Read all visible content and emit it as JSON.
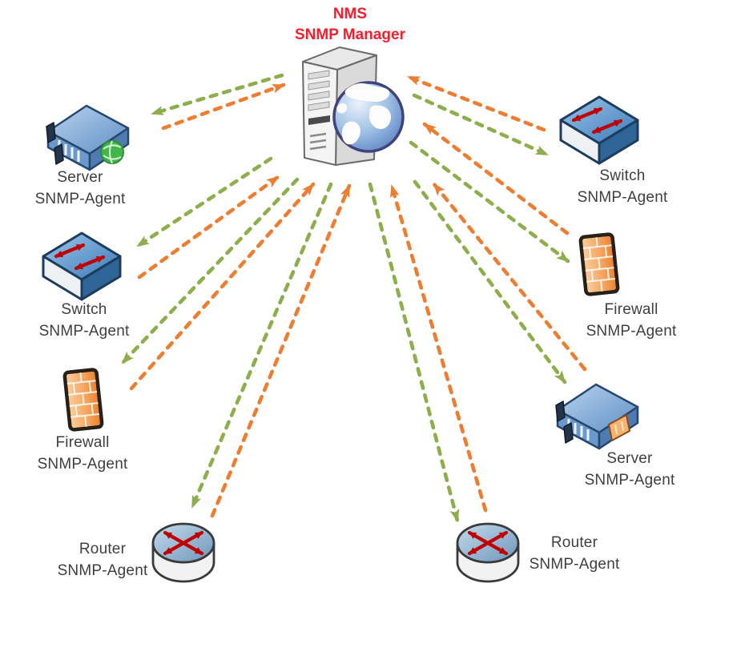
{
  "title": {
    "line1": "NMS",
    "line2": "SNMP Manager"
  },
  "colors": {
    "title": "#fb1b2b",
    "label": "#3f3f3f",
    "manager_to_agent_arrow": "#8cae4b",
    "agent_to_manager_arrow": "#ed7d31",
    "device_arrow_red": "#c00000"
  },
  "manager": {
    "icon": "tower-server-globe-icon"
  },
  "agents": [
    {
      "id": "server-left",
      "line1": "Server",
      "line2": "SNMP-Agent",
      "icon": "rack-server-icon"
    },
    {
      "id": "switch-left",
      "line1": "Switch",
      "line2": "SNMP-Agent",
      "icon": "switch-icon"
    },
    {
      "id": "firewall-left",
      "line1": "Firewall",
      "line2": "SNMP-Agent",
      "icon": "firewall-icon"
    },
    {
      "id": "router-left",
      "line1": "Router",
      "line2": "SNMP-Agent",
      "icon": "router-icon"
    },
    {
      "id": "switch-right",
      "line1": "Switch",
      "line2": "SNMP-Agent",
      "icon": "switch-icon"
    },
    {
      "id": "firewall-right",
      "line1": "Firewall",
      "line2": "SNMP-Agent",
      "icon": "firewall-icon"
    },
    {
      "id": "server-right",
      "line1": "Server",
      "line2": "SNMP-Agent",
      "icon": "rack-server-icon"
    },
    {
      "id": "router-right",
      "line1": "Router",
      "line2": "SNMP-Agent",
      "icon": "router-icon"
    }
  ],
  "connections": [
    {
      "a": "nms-manager",
      "b": "server-left",
      "manager_to_agent": "green-dashed-arrow",
      "agent_to_manager": "orange-dashed-arrow"
    },
    {
      "a": "nms-manager",
      "b": "switch-left",
      "manager_to_agent": "green-dashed-arrow",
      "agent_to_manager": "orange-dashed-arrow"
    },
    {
      "a": "nms-manager",
      "b": "firewall-left",
      "manager_to_agent": "green-dashed-arrow",
      "agent_to_manager": "orange-dashed-arrow"
    },
    {
      "a": "nms-manager",
      "b": "router-left",
      "manager_to_agent": "green-dashed-arrow",
      "agent_to_manager": "orange-dashed-arrow"
    },
    {
      "a": "nms-manager",
      "b": "switch-right",
      "manager_to_agent": "green-dashed-arrow",
      "agent_to_manager": "orange-dashed-arrow"
    },
    {
      "a": "nms-manager",
      "b": "firewall-right",
      "manager_to_agent": "green-dashed-arrow",
      "agent_to_manager": "orange-dashed-arrow"
    },
    {
      "a": "nms-manager",
      "b": "server-right",
      "manager_to_agent": "green-dashed-arrow",
      "agent_to_manager": "orange-dashed-arrow"
    },
    {
      "a": "nms-manager",
      "b": "router-right",
      "manager_to_agent": "green-dashed-arrow",
      "agent_to_manager": "orange-dashed-arrow"
    }
  ]
}
